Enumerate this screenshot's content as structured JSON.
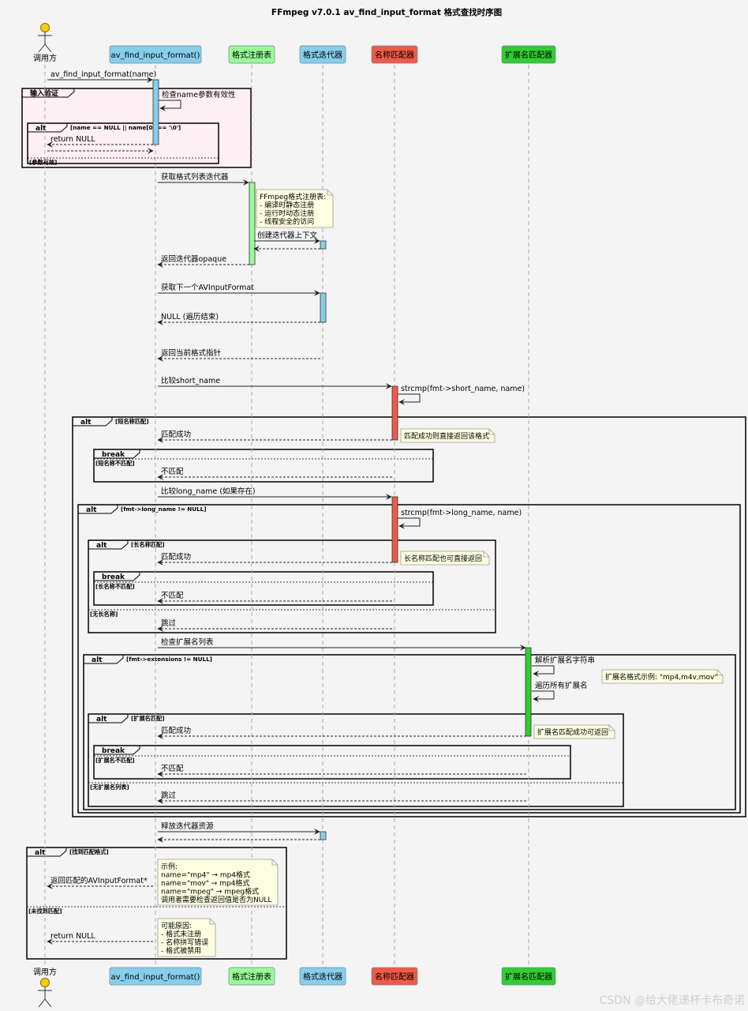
{
  "title": "FFmpeg v7.0.1 av_find_input_format 格式查找时序图",
  "watermark": "CSDN @给大佬递杯卡布奇诺",
  "colors": {
    "background": "#f4f4f4",
    "caller_head": "#f5cc10",
    "func_box": "#87ceeb",
    "registry_box": "#98fb98",
    "iterator_box": "#87ceeb",
    "name_matcher_box": "#f05a46",
    "ext_matcher_box": "#32cd32",
    "input_group_bg": "#fff0f5",
    "note_bg": "#fefee1"
  },
  "participants": [
    {
      "id": "caller",
      "label": "调用方",
      "kind": "actor"
    },
    {
      "id": "func",
      "label": "av_find_input_format()",
      "kind": "box"
    },
    {
      "id": "registry",
      "label": "格式注册表",
      "kind": "box"
    },
    {
      "id": "iterator",
      "label": "格式迭代器",
      "kind": "box"
    },
    {
      "id": "name_matcher",
      "label": "名称匹配器",
      "kind": "box"
    },
    {
      "id": "ext_matcher",
      "label": "扩展名匹配器",
      "kind": "box"
    }
  ],
  "messages": [
    {
      "id": "m1",
      "text": "av_find_input_format(name)",
      "from": "caller",
      "to": "func",
      "style": "solid"
    },
    {
      "id": "m2",
      "text": "检查name参数有效性",
      "from": "func",
      "to": "func",
      "style": "self"
    },
    {
      "id": "m3",
      "text": "return NULL",
      "from": "func",
      "to": "caller",
      "style": "dashed"
    },
    {
      "id": "m4",
      "text": "",
      "from": "caller",
      "to": "func",
      "style": "dashed"
    },
    {
      "id": "m5",
      "text": "获取格式列表迭代器",
      "from": "func",
      "to": "registry",
      "style": "solid"
    },
    {
      "id": "m6",
      "text": "创建迭代器上下文",
      "from": "registry",
      "to": "iterator",
      "style": "solid"
    },
    {
      "id": "m7",
      "text": "",
      "from": "iterator",
      "to": "registry",
      "style": "dashed"
    },
    {
      "id": "m8",
      "text": "返回迭代器opaque",
      "from": "registry",
      "to": "func",
      "style": "dashed"
    },
    {
      "id": "m9",
      "text": "获取下一个AVInputFormat",
      "from": "func",
      "to": "iterator",
      "style": "solid"
    },
    {
      "id": "m10",
      "text": "NULL (遍历结束)",
      "from": "iterator",
      "to": "func",
      "style": "dashed"
    },
    {
      "id": "m11",
      "text": "返回当前格式指针",
      "from": "iterator",
      "to": "func",
      "style": "dashed"
    },
    {
      "id": "m12",
      "text": "比较short_name",
      "from": "func",
      "to": "name_matcher",
      "style": "solid"
    },
    {
      "id": "m13",
      "text": "strcmp(fmt->short_name, name)",
      "from": "name_matcher",
      "to": "name_matcher",
      "style": "self"
    },
    {
      "id": "m14",
      "text": "匹配成功",
      "from": "name_matcher",
      "to": "func",
      "style": "dashed"
    },
    {
      "id": "m15",
      "text": "不匹配",
      "from": "name_matcher",
      "to": "func",
      "style": "dashed"
    },
    {
      "id": "m16",
      "text": "比较long_name (如果存在)",
      "from": "func",
      "to": "name_matcher",
      "style": "solid"
    },
    {
      "id": "m17",
      "text": "strcmp(fmt->long_name, name)",
      "from": "name_matcher",
      "to": "name_matcher",
      "style": "self"
    },
    {
      "id": "m18",
      "text": "匹配成功",
      "from": "name_matcher",
      "to": "func",
      "style": "dashed"
    },
    {
      "id": "m19",
      "text": "不匹配",
      "from": "name_matcher",
      "to": "func",
      "style": "dashed"
    },
    {
      "id": "m20",
      "text": "跳过",
      "from": "name_matcher",
      "to": "func",
      "style": "dashed"
    },
    {
      "id": "m21",
      "text": "检查扩展名列表",
      "from": "func",
      "to": "ext_matcher",
      "style": "solid"
    },
    {
      "id": "m22",
      "text": "解析扩展名字符串",
      "from": "ext_matcher",
      "to": "ext_matcher",
      "style": "self"
    },
    {
      "id": "m23",
      "text": "遍历所有扩展名",
      "from": "ext_matcher",
      "to": "ext_matcher",
      "style": "self"
    },
    {
      "id": "m24",
      "text": "匹配成功",
      "from": "ext_matcher",
      "to": "func",
      "style": "dashed"
    },
    {
      "id": "m25",
      "text": "不匹配",
      "from": "ext_matcher",
      "to": "func",
      "style": "dashed"
    },
    {
      "id": "m26",
      "text": "跳过",
      "from": "ext_matcher",
      "to": "func",
      "style": "dashed"
    },
    {
      "id": "m27",
      "text": "释放迭代器资源",
      "from": "func",
      "to": "iterator",
      "style": "solid"
    },
    {
      "id": "m28",
      "text": "",
      "from": "iterator",
      "to": "func",
      "style": "dashed"
    },
    {
      "id": "m29",
      "text": "返回匹配的AVInputFormat*",
      "from": "func",
      "to": "caller",
      "style": "dashed"
    },
    {
      "id": "m30",
      "text": "return NULL",
      "from": "func",
      "to": "caller",
      "style": "dashed"
    }
  ],
  "frames": [
    {
      "id": "f_input",
      "kind": "group",
      "title": "输入验证",
      "sections": []
    },
    {
      "id": "f_name_null",
      "kind": "alt",
      "title": "alt",
      "sections": [
        "[name == NULL || name[0] == '\\0']",
        "[参数有效]"
      ]
    },
    {
      "id": "f_short",
      "kind": "alt",
      "title": "alt",
      "sections": [
        "[短名称匹配]"
      ]
    },
    {
      "id": "f_break1",
      "kind": "break",
      "title": "break",
      "sections": [
        "",
        "[短名称不匹配]"
      ]
    },
    {
      "id": "f_longnn",
      "kind": "alt",
      "title": "alt",
      "sections": [
        "[fmt->long_name != NULL]"
      ]
    },
    {
      "id": "f_longmatch",
      "kind": "alt",
      "title": "alt",
      "sections": [
        "[长名称匹配]",
        "[无长名称]"
      ]
    },
    {
      "id": "f_break2",
      "kind": "break",
      "title": "break",
      "sections": [
        "",
        "[长名称不匹配]"
      ]
    },
    {
      "id": "f_extnn",
      "kind": "alt",
      "title": "alt",
      "sections": [
        "[fmt->extensions != NULL]"
      ]
    },
    {
      "id": "f_extmatch",
      "kind": "alt",
      "title": "alt",
      "sections": [
        "[扩展名匹配]",
        "[无扩展名列表]"
      ]
    },
    {
      "id": "f_break3",
      "kind": "break",
      "title": "break",
      "sections": [
        "",
        "[扩展名不匹配]"
      ]
    },
    {
      "id": "f_found",
      "kind": "alt",
      "title": "alt",
      "sections": [
        "[找到匹配格式]",
        "[未找到匹配]"
      ]
    }
  ],
  "notes": [
    {
      "id": "n1",
      "lines": [
        "FFmpeg格式注册表:",
        "- 编译时静态注册",
        "- 运行时动态注册",
        "- 线程安全的访问"
      ]
    },
    {
      "id": "n2",
      "lines": [
        "匹配成功则直接返回该格式"
      ]
    },
    {
      "id": "n3",
      "lines": [
        "长名称匹配也可直接返回"
      ]
    },
    {
      "id": "n4",
      "lines": [
        "扩展名格式示例: \"mp4,m4v,mov\""
      ]
    },
    {
      "id": "n5",
      "lines": [
        "扩展名匹配成功可返回"
      ]
    },
    {
      "id": "n6",
      "lines": [
        "示例:",
        "name=\"mp4\" → mp4格式",
        "name=\"mov\" → mp4格式",
        "name=\"mpeg\" → mpeg格式",
        "调用者需要检查返回值是否为NULL"
      ]
    },
    {
      "id": "n7",
      "lines": [
        "可能原因:",
        "- 格式未注册",
        "- 名称拼写错误",
        "- 格式被禁用"
      ]
    }
  ]
}
